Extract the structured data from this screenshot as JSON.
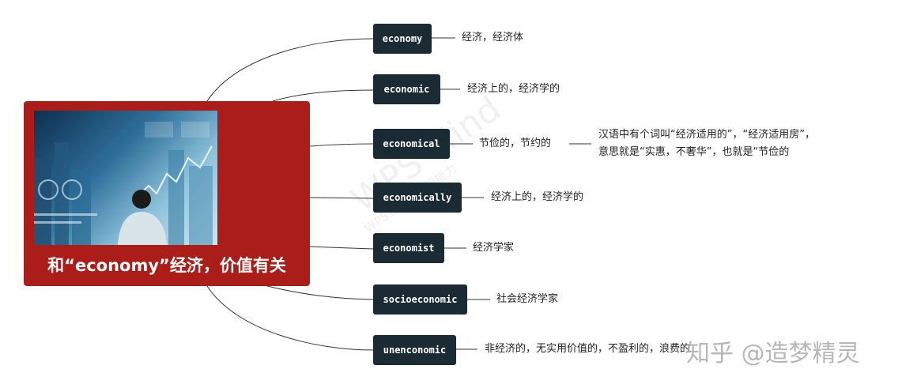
{
  "root": {
    "title": "和“economy”经济，价值有关"
  },
  "branches": [
    {
      "word": "economy",
      "meaning": "经济，经济体"
    },
    {
      "word": "economic",
      "meaning": "经济上的，经济学的"
    },
    {
      "word": "economical",
      "meaning": "节俭的，节约的"
    },
    {
      "word": "economically",
      "meaning": "经济上的，经济学的"
    },
    {
      "word": "economist",
      "meaning": "经济学家"
    },
    {
      "word": "socioeconomic",
      "meaning": "社会经济学家"
    },
    {
      "word": "unenconomic",
      "meaning": "非经济的，无实用价值的，不盈利的，浪费的"
    }
  ],
  "note": {
    "line1": "汉语中有个词叫“经济适用的”，“经济适用房”，",
    "line2": "意思就是“实惠，不奢华”，也就是“节俭的"
  },
  "watermark": {
    "text": "WPS Mind",
    "sub": "WPS思维导图智能力"
  },
  "credit": "知乎 @造梦精灵",
  "colors": {
    "root_bg": "#ab1d18",
    "node_bg": "#1b2b33",
    "line": "#333333"
  }
}
